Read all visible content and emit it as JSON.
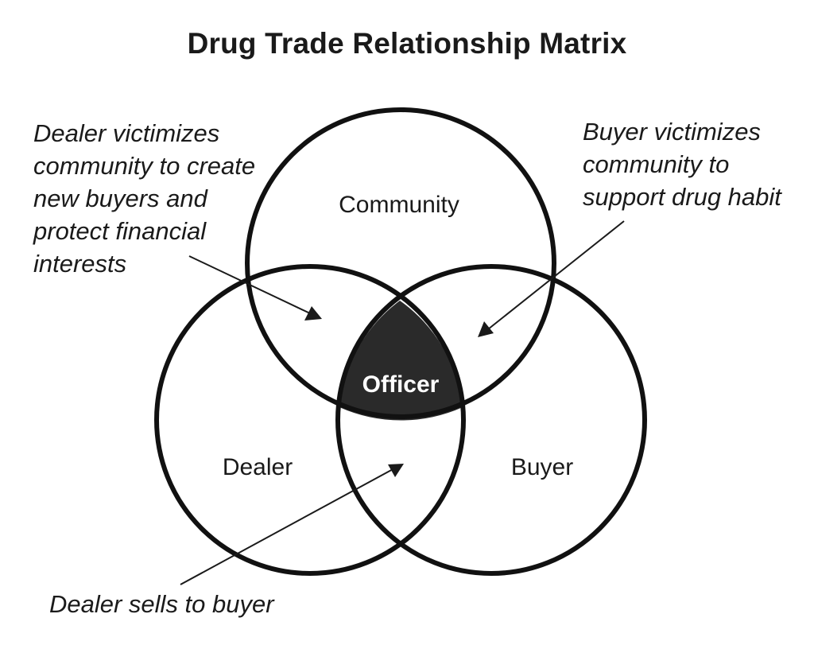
{
  "title": "Drug Trade Relationship Matrix",
  "circles": {
    "community": "Community",
    "dealer": "Dealer",
    "buyer": "Buyer"
  },
  "center_label": "Officer",
  "annotations": {
    "dealer_community": "Dealer victimizes\ncommunity to create\nnew buyers and\nprotect financial\ninterests",
    "buyer_community": "Buyer victimizes\ncommunity to\nsupport drug habit",
    "dealer_buyer": "Dealer sells to buyer"
  },
  "colors": {
    "outline": "#111111",
    "center_fill": "#2a2a2a",
    "center_text": "#ffffff"
  }
}
